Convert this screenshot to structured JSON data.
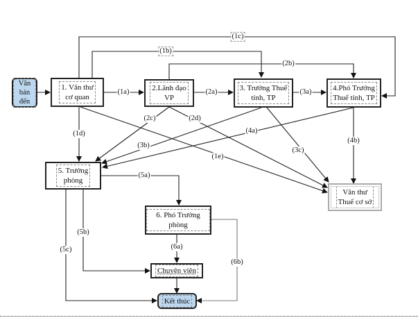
{
  "diagram": {
    "nodes": {
      "start": {
        "label": "Văn bản\nđến"
      },
      "n1": {
        "label": "1. Văn thư\ncơ quan"
      },
      "n2": {
        "label": "2.Lãnh đạo\nVP"
      },
      "n3": {
        "label": "3. Trưởng Thuế\ntỉnh,  TP"
      },
      "n4": {
        "label": "4.Phó Trưởng\nThuế tỉnh, TP"
      },
      "n5": {
        "label": "5. Trưởng\nphòng"
      },
      "n6": {
        "label": "6. Phó Trưởng phòng"
      },
      "ext": {
        "label": "Văn thư\nThuế cơ sở"
      },
      "cv": {
        "label": "Chuyên viên"
      },
      "end": {
        "label": "Kết thúc"
      }
    },
    "edges": {
      "e1a": "(1a)",
      "e1b": "(1b)",
      "e1c": "(1c)",
      "e1d": "(1d)",
      "e1e": "(1e)",
      "e2a": "(2a)",
      "e2b": "(2b)",
      "e2c": "(2c)",
      "e2d": "(2d)",
      "e3a": "(3a)",
      "e3b": "(3b)",
      "e3c": "(3c)",
      "e4a": "(4a)",
      "e4b": "(4b)",
      "e5a": "(5a)",
      "e5b": "(5b)",
      "e5c": "(5c)",
      "e6a": "(6a)",
      "e6b": "(6b)"
    },
    "colors": {
      "terminal_fill": "#bcd7ee",
      "line": "#222222",
      "external_border": "#aaaaaa"
    }
  }
}
